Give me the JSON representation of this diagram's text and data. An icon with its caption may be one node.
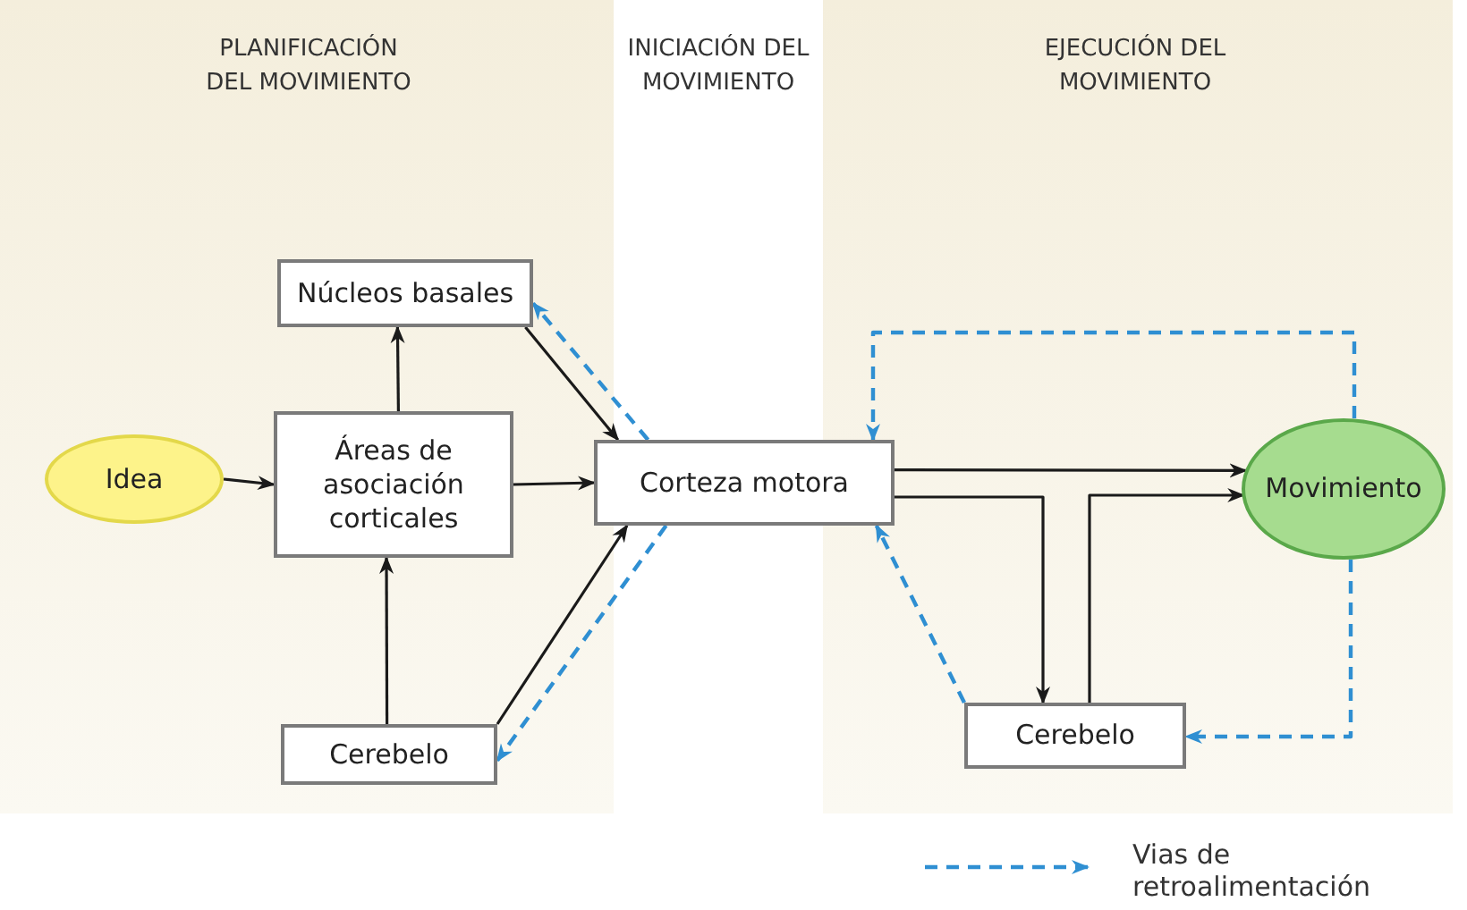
{
  "diagram": {
    "nodes": [
      {
        "text": [
          "Idea"
        ]
      },
      {
        "text": [
          "Núcleos basales"
        ]
      },
      {
        "text": [
          "Áreas de asociación corticales"
        ]
      },
      {
        "text": [
          "Cerebelo"
        ]
      },
      {
        "text": [
          "Corteza motora"
        ]
      },
      {
        "text": [
          "Movimiento"
        ]
      },
      {
        "text": [
          "Cerebelo"
        ]
      }
    ],
    "edges": [
      {
        "from": 0,
        "to": 2,
        "arrow": "to"
      },
      {
        "from": 2,
        "to": 1,
        "arrow": "to"
      },
      {
        "from": 3,
        "to": 2,
        "arrow": "to"
      },
      {
        "from": 2,
        "to": 4,
        "arrow": "to"
      },
      {
        "from": 1,
        "to": 4,
        "arrow": "to"
      },
      {
        "from": 4,
        "to": 1,
        "arrow": "to",
        "style": "dashed",
        "color": "#2f8fd2"
      },
      {
        "from": 3,
        "to": 4,
        "arrow": "to"
      },
      {
        "from": 4,
        "to": 3,
        "arrow": "to",
        "style": "dashed",
        "color": "#2f8fd2"
      },
      {
        "from": 4,
        "to": 5,
        "arrow": "to"
      },
      {
        "from": 4,
        "to": 6,
        "arrow": "to"
      },
      {
        "from": 6,
        "to": 5,
        "arrow": "to"
      },
      {
        "from": 5,
        "to": 4,
        "arrow": "to",
        "style": "dashed",
        "color": "#2f8fd2"
      },
      {
        "from": 5,
        "to": 6,
        "arrow": "to",
        "style": "dashed",
        "color": "#2f8fd2"
      },
      {
        "from": 6,
        "to": 4,
        "arrow": "to",
        "style": "dashed",
        "color": "#2f8fd2"
      }
    ],
    "labels": [
      "PLANIFICACIÓN DEL MOVIMIENTO",
      "INICIACIÓN DEL MOVIMIENTO",
      "EJECUCIÓN DEL MOVIMIENTO"
    ],
    "legend": [
      {
        "text": "Vias de retroalimentación"
      }
    ]
  }
}
